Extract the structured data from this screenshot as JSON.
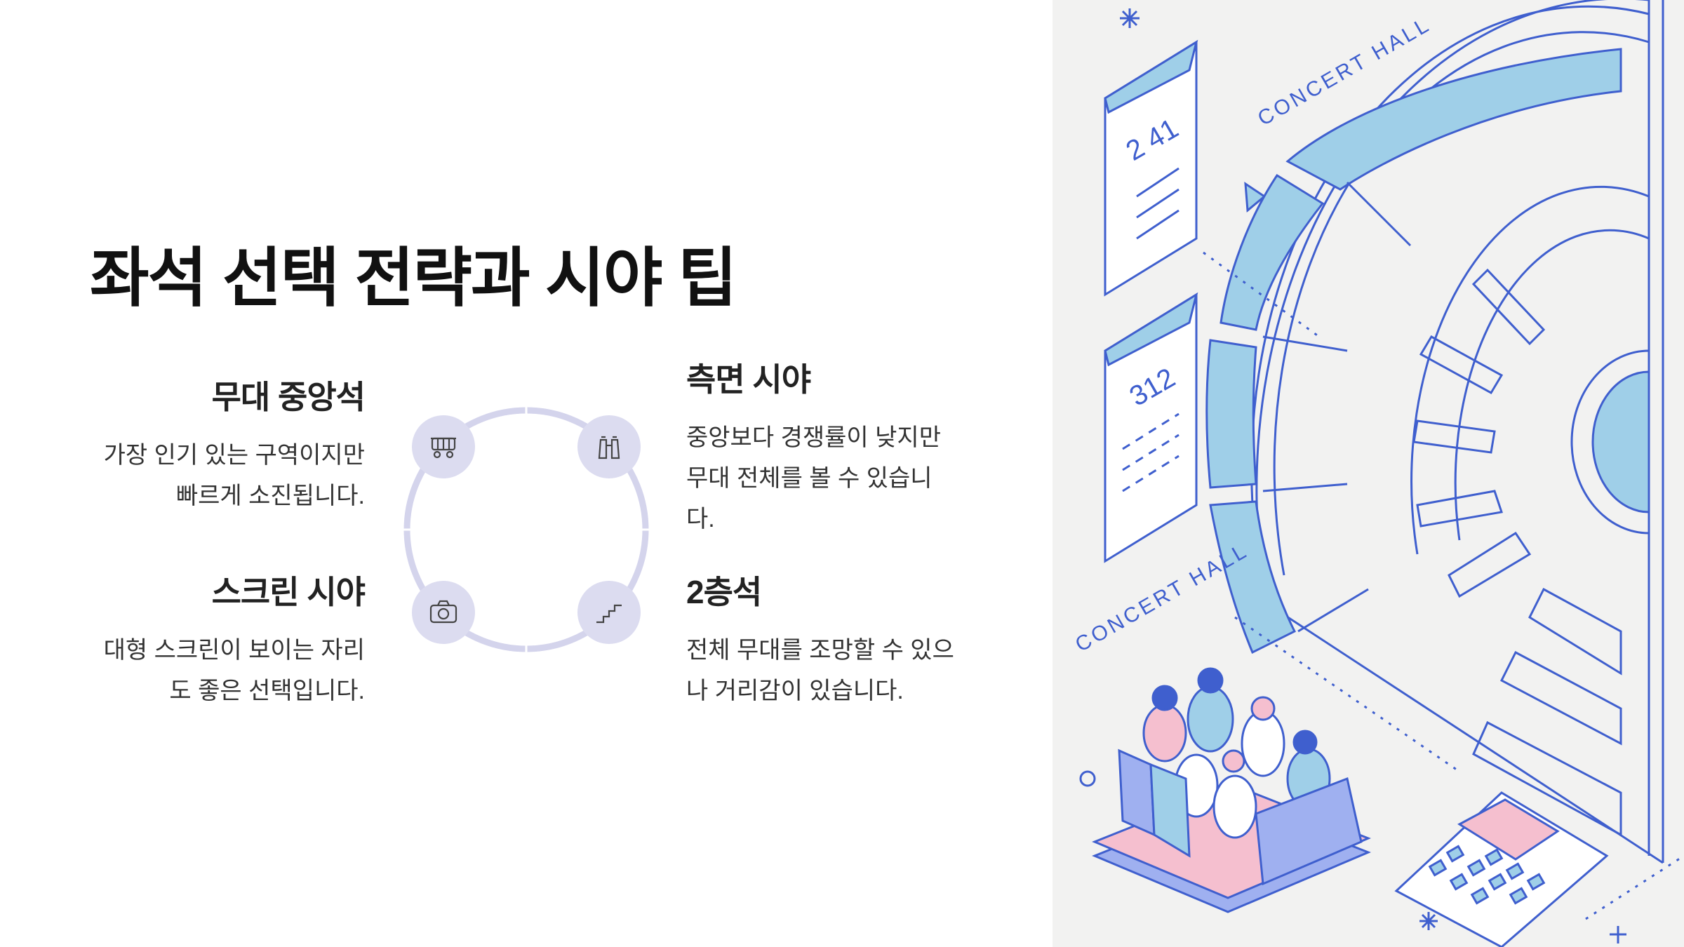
{
  "slide": {
    "title": "좌석 선택 전략과 시야 팁"
  },
  "items": [
    {
      "title": "무대 중앙석",
      "desc_lines": [
        "가장 인기 있는 구역이지만",
        "빠르게 소진됩니다."
      ],
      "icon": "bus-icon"
    },
    {
      "title": "측면 시야",
      "desc_lines": [
        "중앙보다 경쟁률이 낮지만",
        "무대 전체를 볼 수 있습니",
        "다."
      ],
      "icon": "binoculars-icon"
    },
    {
      "title": "스크린 시야",
      "desc_lines": [
        "대형 스크린이 보이는 자리",
        "도 좋은 선택입니다."
      ],
      "icon": "camera-icon"
    },
    {
      "title": "2층석",
      "desc_lines": [
        "전체 무대를 조망할 수 있으",
        "나 거리감이 있습니다."
      ],
      "icon": "stairs-icon"
    }
  ],
  "illustration": {
    "label_top": "CONCERT HALL",
    "label_bottom": "CONCERT HALL",
    "ticket_1": "2 41",
    "ticket_2": "312"
  },
  "colors": {
    "accent_blue": "#3f5fce",
    "light_blue": "#9fcfe8",
    "icon_circle": "#dcdcf0",
    "ring": "#d4d4ec",
    "pink": "#f5bfcf",
    "illus_bg": "#f2f2f1"
  }
}
